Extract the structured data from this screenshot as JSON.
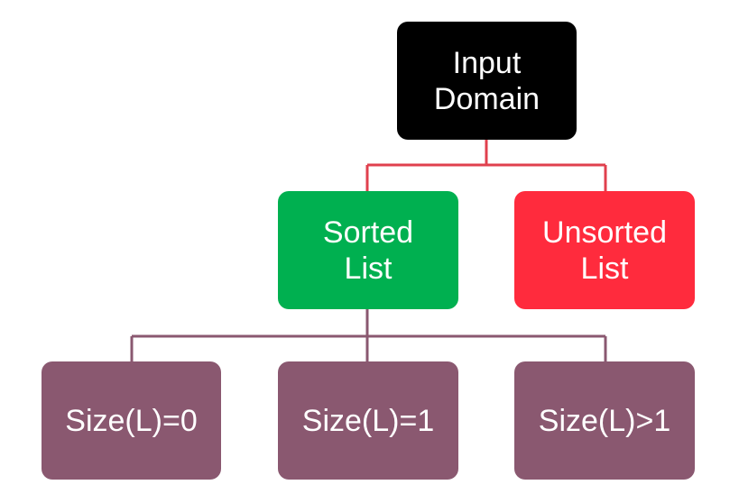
{
  "colors": {
    "root": "#000000",
    "sorted": "#00b050",
    "unsorted": "#ff2b3d",
    "leaf": "#8a5870",
    "connector_top": "#e0404e",
    "connector_bottom": "#8a5870"
  },
  "nodes": {
    "root": {
      "label": "Input\nDomain"
    },
    "sorted": {
      "label": "Sorted\nList"
    },
    "unsorted": {
      "label": "Unsorted\nList"
    },
    "size0": {
      "label": "Size(L)=0"
    },
    "size1": {
      "label": "Size(L)=1"
    },
    "sizegt1": {
      "label": "Size(L)>1"
    }
  }
}
